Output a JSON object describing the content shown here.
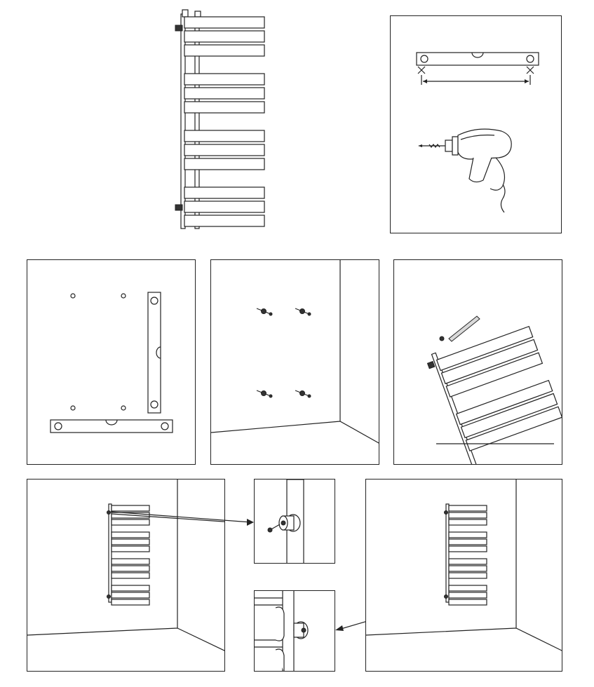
{
  "document": {
    "type": "installation-instructions-illustration",
    "steps": [
      {
        "id": "product-overview",
        "icon": "towel-radiator-icon"
      },
      {
        "id": "measure-and-drill",
        "icons": [
          "spirit-level-icon",
          "drill-icon"
        ]
      },
      {
        "id": "mark-hole-positions",
        "icon": "spirit-level-icon"
      },
      {
        "id": "insert-wall-plugs",
        "icon": "wall-plug-icon"
      },
      {
        "id": "prepare-brackets",
        "icon": "hex-key-icon"
      },
      {
        "id": "hang-radiator-top",
        "icon": "towel-radiator-icon"
      },
      {
        "id": "top-bracket-detail",
        "icon": "bracket-detail-icon"
      },
      {
        "id": "bottom-bracket-detail",
        "icon": "bracket-detail-icon"
      },
      {
        "id": "hang-radiator-bottom",
        "icon": "towel-radiator-icon"
      }
    ],
    "colors": {
      "line": "#222222",
      "background": "#ffffff",
      "shade": "#d9d9d9"
    }
  }
}
